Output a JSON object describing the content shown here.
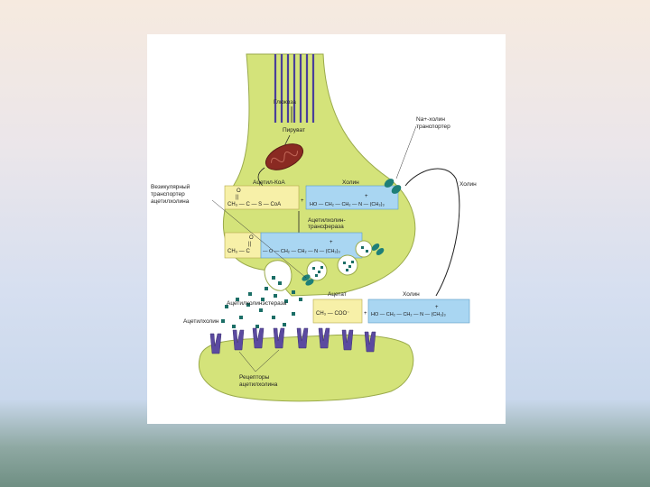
{
  "labels": {
    "glucose": "Глюкоза",
    "pyruvate": "Пируват",
    "acetyl_coa": "Ацетил-КоА",
    "choline_top": "Холин",
    "vesicular_transporter_line1": "Везикулярный",
    "vesicular_transporter_line2": "транспортер",
    "vesicular_transporter_line3": "ацетилхолина",
    "na_choline_transporter_line1": "Na+-холин",
    "na_choline_transporter_line2": "транспортер",
    "choline_right": "Холин",
    "choline_transferase_line1": "Ацетилхолин-",
    "choline_transferase_line2": "трансфераза",
    "acetate": "Ацетат",
    "choline_bottom": "Холин",
    "acetylcholinesterase": "Ацетилхолинэстераза",
    "acetylcholine": "Ацетилхолин",
    "receptors_line1": "Рецепторы",
    "receptors_line2": "ацетилхолина"
  },
  "formulas": {
    "acetyl_coa_o": "O",
    "acetyl_coa_bond": "||",
    "acetyl_coa_chain": "CH₃ — C — S — CoA",
    "plus1": "+",
    "choline_formula": "HO — CH₂ — CH₂ — N — (CH₃)₃",
    "choline_charge": "+",
    "ach_o": "O",
    "ach_bond": "||",
    "ach_left": "CH₃ — C",
    "ach_right": "— O — CH₂ — CH₂ — N — (CH₃)₃",
    "ach_charge": "+",
    "acetate_formula": "CH₃ — COO⁻",
    "plus2": "+",
    "choline_formula_2": "HO — CH₂ — CH₂ — N — (CH₃)₃",
    "choline_charge_2": "+"
  },
  "colors": {
    "terminal": "#d4e37a",
    "terminal_edge": "#9aaa4a",
    "microtubule": "#4a3f9a",
    "mitochondrion": "#8a2a22",
    "transporter": "#1e7f78",
    "receptor": "#5b4aa0",
    "box_yellow": "#f7f0a8",
    "box_blue": "#a9d6f2",
    "vesicle_dot": "#1b6e66"
  }
}
